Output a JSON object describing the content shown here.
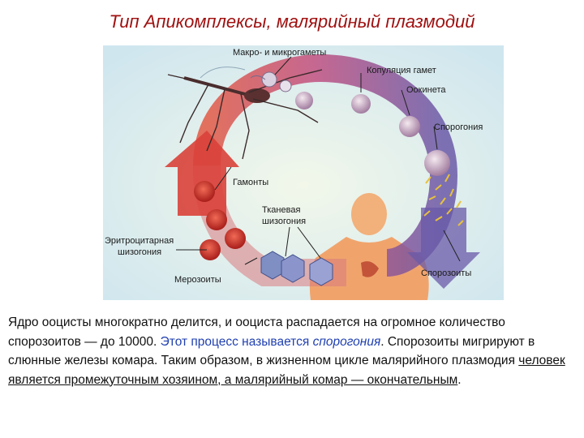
{
  "slide": {
    "title": "Тип Апикомплексы, малярийный плазмодий"
  },
  "diagram": {
    "labels": {
      "gametes": "Макро- и микрогаметы",
      "copulation": "Копуляция гамет",
      "ookinete": "Оокинета",
      "sporogony": "Спорогония",
      "gamonts": "Гамонты",
      "tissue_line1": "Тканевая",
      "tissue_line2": "шизогония",
      "erythro_line1": "Эритроцитарная",
      "erythro_line2": "шизогония",
      "merozoites": "Мерозоиты",
      "sporozoites": "Спорозоиты"
    },
    "colors": {
      "background": "#dff0f7",
      "ring_red": "#d9413a",
      "ring_purple": "#6a5aa8",
      "body_skin": "#f2b07a"
    }
  },
  "text": {
    "part1": "Ядро ооцисты многократно делится, и ооциста распадается на огромное количество спорозоитов — до 10000. ",
    "part2": "Этот процесс называется ",
    "part3": "спорогония",
    "part4": ". Спорозоиты мигрируют в слюнные железы комара. Таким образом, в жизненном цикле малярийного плазмодия ",
    "part5": "человек является промежуточным хозяином, а малярийный комар — окончательным",
    "part6": "."
  }
}
